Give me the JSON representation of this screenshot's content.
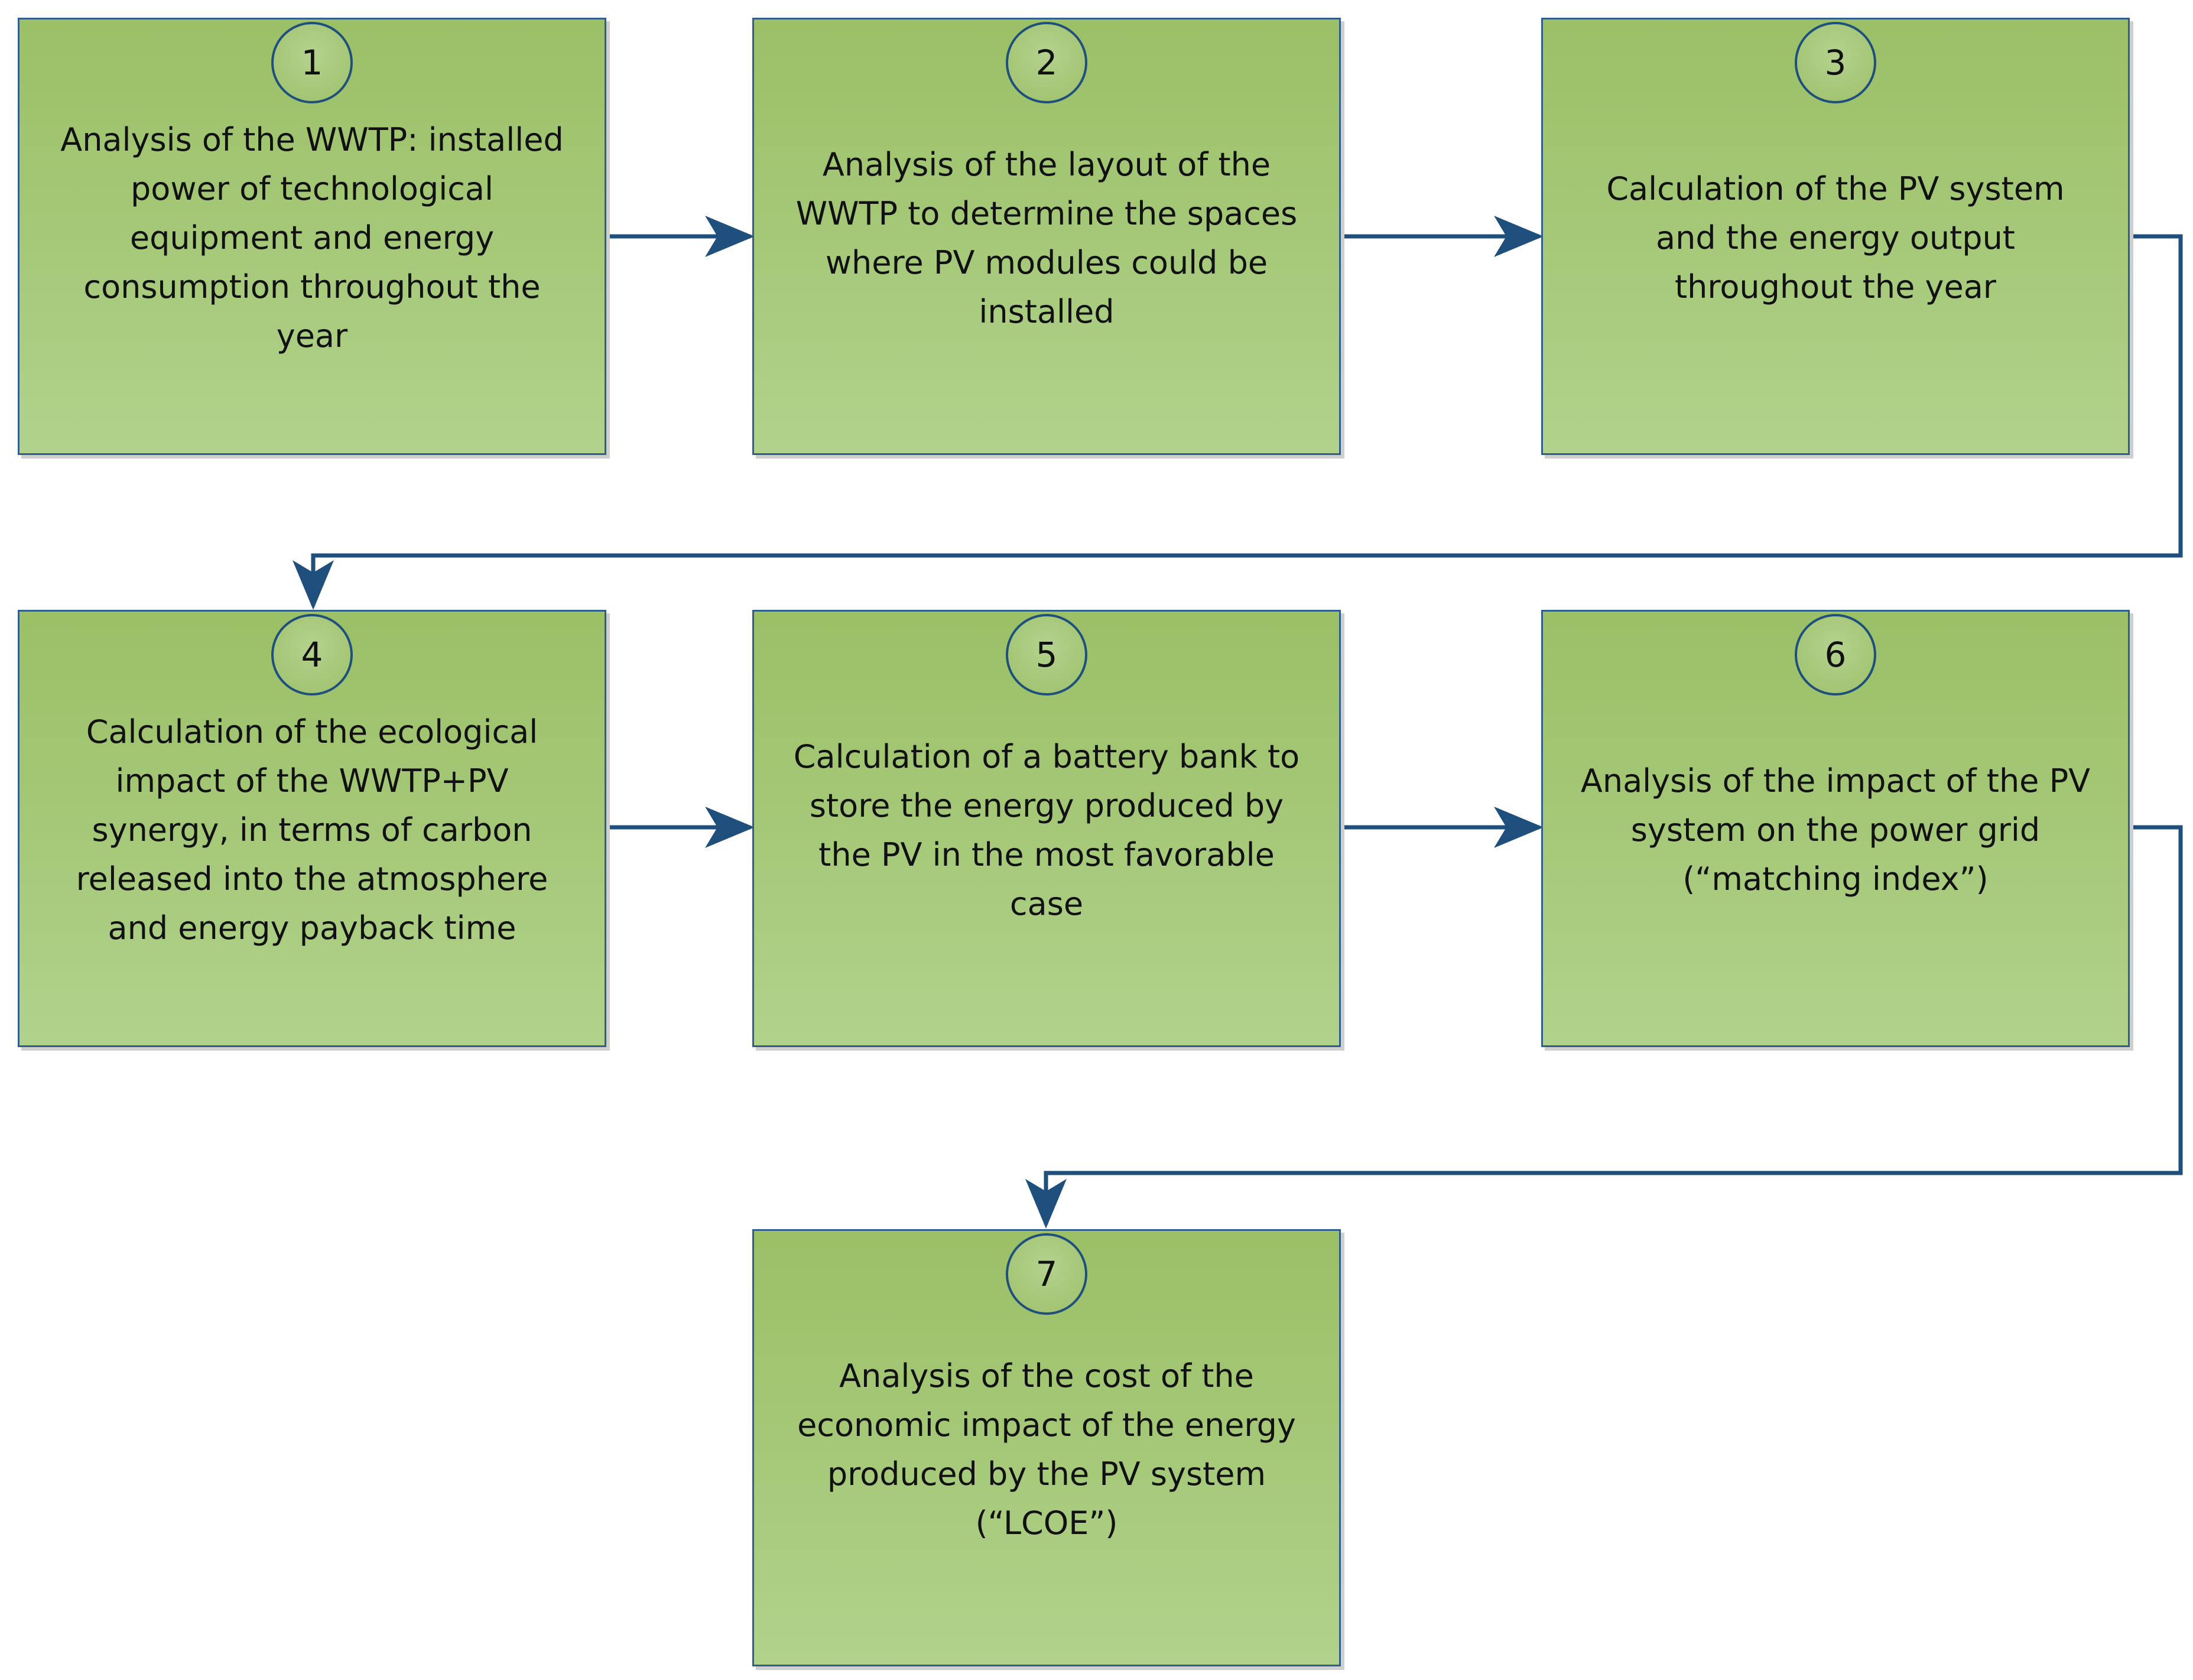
{
  "steps": [
    {
      "number": "1",
      "text": "Analysis of the WWTP: installed\npower of technological\nequipment and energy\nconsumption throughout the\nyear"
    },
    {
      "number": "2",
      "text": "Analysis of the layout of the\nWWTP to determine the spaces\nwhere PV modules could be\ninstalled"
    },
    {
      "number": "3",
      "text": "Calculation of the PV system\nand the energy output\nthroughout the year"
    },
    {
      "number": "4",
      "text": "Calculation of the ecological\nimpact of the WWTP+PV\nsynergy, in terms of carbon\nreleased into the atmosphere\nand energy payback time"
    },
    {
      "number": "5",
      "text": "Calculation of a battery bank to\nstore the energy produced by\nthe PV in the most favorable\ncase"
    },
    {
      "number": "6",
      "text": "Analysis of the impact of the PV\nsystem on the power grid\n(“matching index”)"
    },
    {
      "number": "7",
      "text": "Analysis of the cost of the\neconomic impact of the energy\nproduced by the PV system\n(“LCOE”)"
    }
  ],
  "colors": {
    "box_fill_top": "#9bc066",
    "box_fill_bottom": "#b1d28c",
    "box_border": "#2f5f8a",
    "arrow": "#1f4f7c"
  }
}
